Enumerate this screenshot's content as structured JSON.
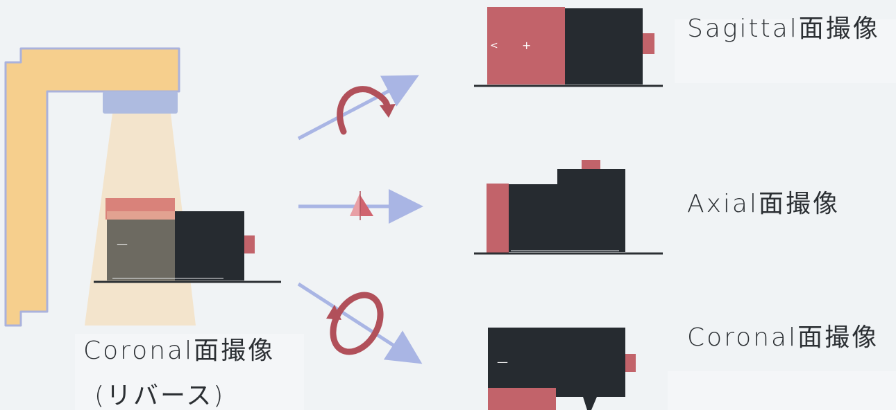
{
  "labels": {
    "sagittal": "Sagittal面撮像",
    "axial": "Axial面撮像",
    "coronal": "Coronal面撮像",
    "coronal_reverse": "Coronal面撮像",
    "coronal_reverse_sub": "(リバース)"
  },
  "marks": {
    "minus": "—",
    "plus": "+",
    "arrow_left": "<"
  },
  "colors": {
    "background": "#f0f3f5",
    "c_arm": "#f6cf8d",
    "c_arm_outline": "#aab2dc",
    "detector": "#aebbe0",
    "beam": "#f4dfbe",
    "device_dark": "#262b30",
    "device_red": "#c2636a",
    "device_red_light": "#d9827a",
    "rotation_arrow": "#b1505a",
    "axis_arrow": "#a9b5e4",
    "floor_line": "#2b2f33"
  }
}
